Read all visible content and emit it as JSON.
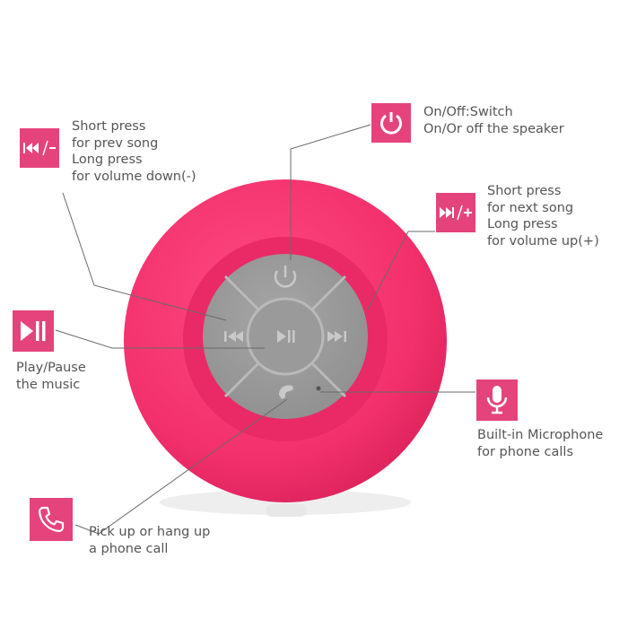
{
  "callouts": {
    "prev": {
      "icon": "prev-minus-icon",
      "lines": [
        "Short press",
        "for prev song",
        "Long press",
        "for volume down(-)"
      ]
    },
    "power": {
      "icon": "power-icon",
      "lines": [
        "On/Off:Switch",
        "On/Or off the speaker"
      ]
    },
    "next": {
      "icon": "next-plus-icon",
      "lines": [
        "Short press",
        "for next song",
        "Long press",
        "for volume up(+)"
      ]
    },
    "play": {
      "icon": "play-pause-icon",
      "lines": [
        "Play/Pause",
        "the music"
      ]
    },
    "mic": {
      "icon": "microphone-icon",
      "lines": [
        "Built-in Microphone",
        "for phone calls"
      ]
    },
    "phone": {
      "icon": "phone-handset-icon",
      "lines": [
        "Pick up or hang up",
        "a phone call"
      ]
    }
  },
  "colors": {
    "accent": "#e5437c",
    "speaker_body": "#f4336f",
    "button_panel": "#9c9c9c",
    "text": "#555555",
    "leader_line": "#666666"
  }
}
